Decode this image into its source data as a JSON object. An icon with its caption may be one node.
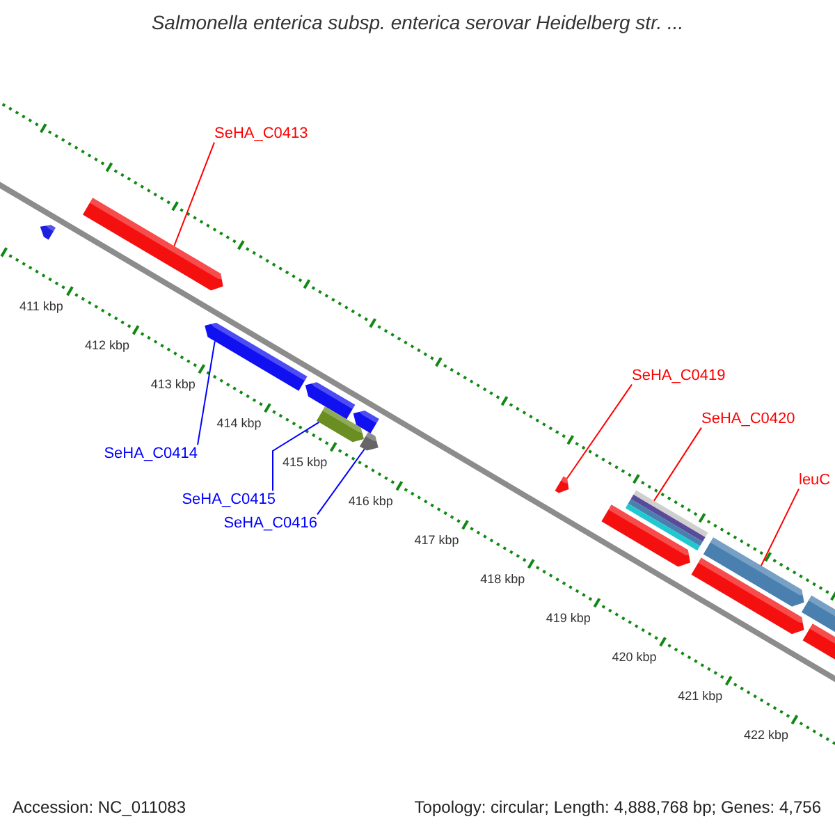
{
  "diagram": {
    "title": "Salmonella enterica subsp. enterica serovar Heidelberg str. ...",
    "nodes": [
      {
        "text": [
          "SeHA_C0413"
        ]
      },
      {
        "text": [],
        "shape": "bar"
      },
      {
        "text": [
          "SeHA_C0414"
        ]
      },
      {
        "text": [],
        "shape": "bar"
      },
      {
        "text": [
          "SeHA_C0415"
        ]
      },
      {
        "text": [],
        "shape": "bar"
      },
      {
        "text": [
          "SeHA_C0416"
        ]
      },
      {
        "text": [],
        "shape": "bar"
      },
      {
        "text": [
          "SeHA_C0419"
        ]
      },
      {
        "text": [],
        "shape": "bar"
      },
      {
        "text": [
          "SeHA_C0420"
        ]
      },
      {
        "text": [],
        "shape": "bar"
      },
      {
        "text": [
          "leuC"
        ]
      },
      {
        "text": [],
        "shape": "bar"
      }
    ],
    "edges": [
      {
        "from": 0,
        "to": 1,
        "arrow": "none"
      },
      {
        "from": 2,
        "to": 3,
        "arrow": "none",
        "color": "#0000ff"
      },
      {
        "from": 4,
        "to": 5,
        "arrow": "none",
        "color": "#0000ff"
      },
      {
        "from": 6,
        "to": 7,
        "arrow": "none",
        "color": "#0000ff"
      },
      {
        "from": 8,
        "to": 9,
        "arrow": "none"
      },
      {
        "from": 10,
        "to": 11,
        "arrow": "none"
      },
      {
        "from": 12,
        "to": 13,
        "arrow": "none"
      }
    ],
    "labels": [
      "411 kbp",
      "412 kbp",
      "413 kbp",
      "414 kbp",
      "415 kbp",
      "416 kbp",
      "417 kbp",
      "418 kbp",
      "419 kbp",
      "420 kbp",
      "421 kbp",
      "422 kbp",
      "Accession: NC_011083",
      "Topology: circular; Length: 4,888,768 bp; Genes: 4,756"
    ]
  }
}
